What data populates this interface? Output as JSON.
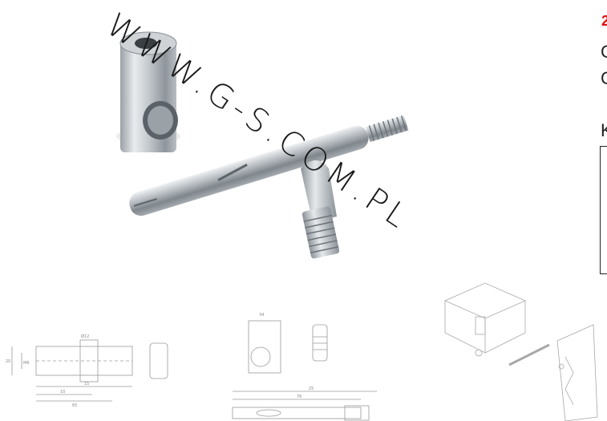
{
  "watermark": {
    "text": "WWW.G-S.COM.PL"
  },
  "right_panel": {
    "red_fragment": "2",
    "line1": "C",
    "line2": "C",
    "line3": "K"
  },
  "drawings": {
    "dim_labels": [
      "Ø12",
      "20",
      "M6",
      "15",
      "10",
      "65",
      "34",
      "25",
      "76"
    ]
  }
}
